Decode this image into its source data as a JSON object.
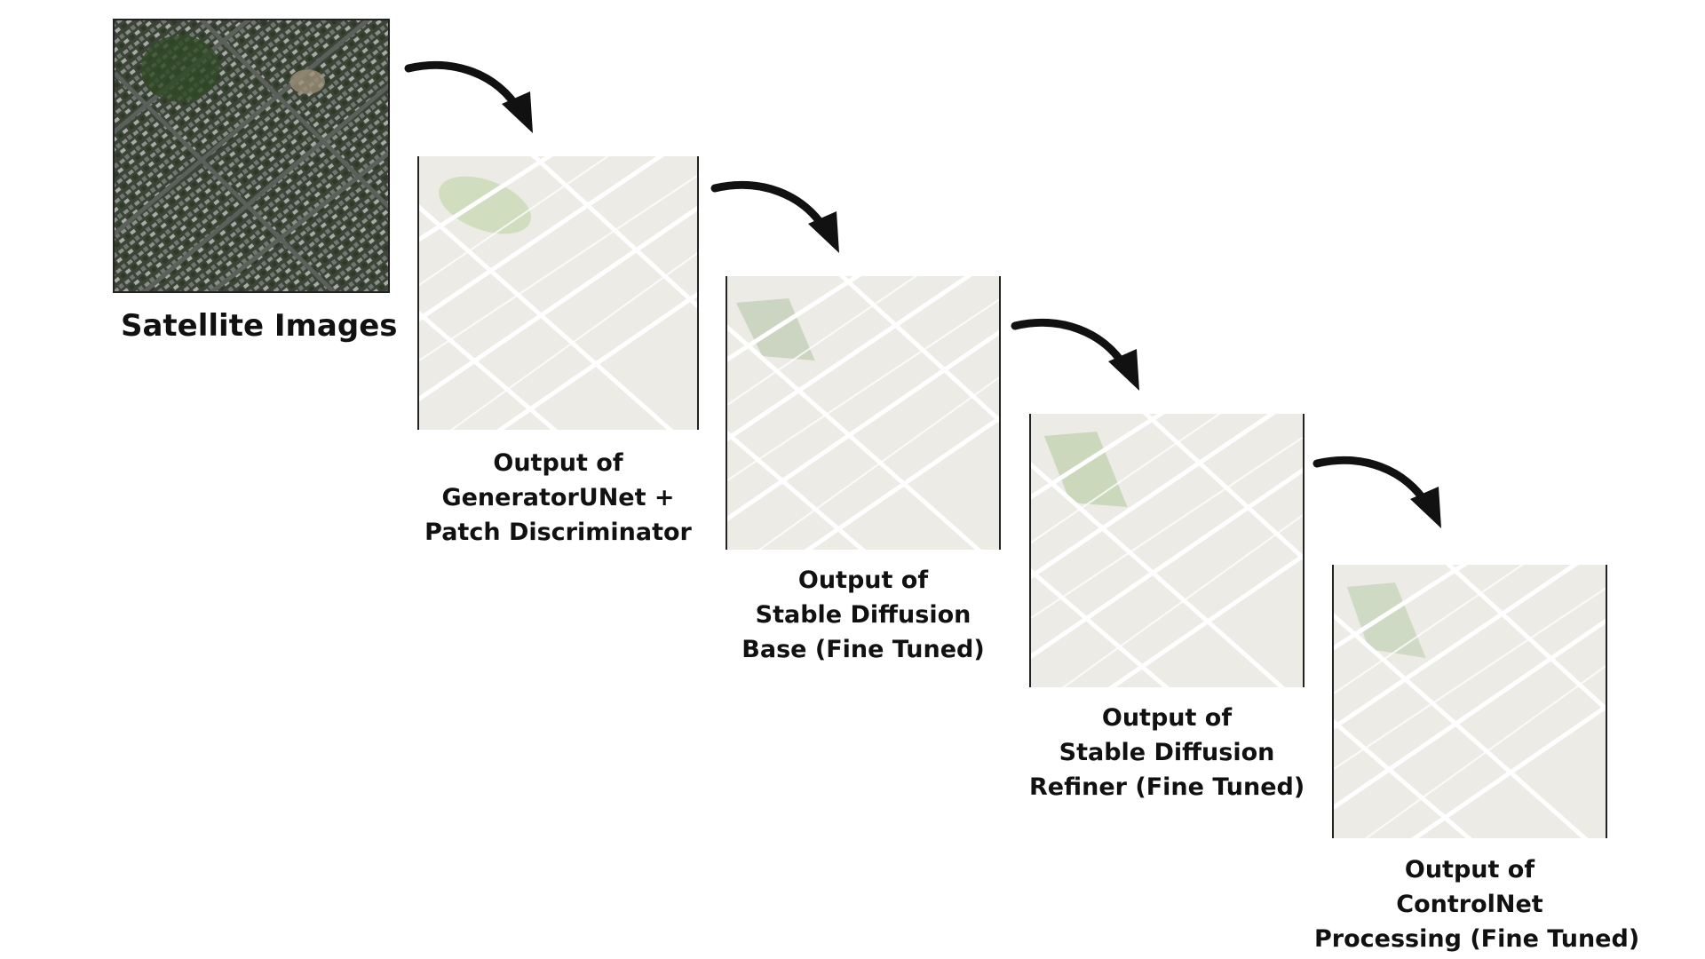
{
  "input": {
    "label": "Satellite Images"
  },
  "stages": [
    {
      "caption": [
        "Output of",
        "GeneratorUNet +",
        "Patch Discriminator"
      ]
    },
    {
      "caption": [
        "Output of",
        "Stable Diffusion",
        "Base (Fine Tuned)"
      ]
    },
    {
      "caption": [
        "Output of",
        "Stable Diffusion",
        "Refiner (Fine Tuned)"
      ]
    },
    {
      "caption": [
        "Output of",
        "ControlNet",
        "Processing (Fine Tuned)"
      ]
    }
  ],
  "colors": {
    "arrow": "#111111",
    "map_bg": "#ecebe6",
    "road": "#ffffff",
    "park": "#c9d9b4"
  }
}
